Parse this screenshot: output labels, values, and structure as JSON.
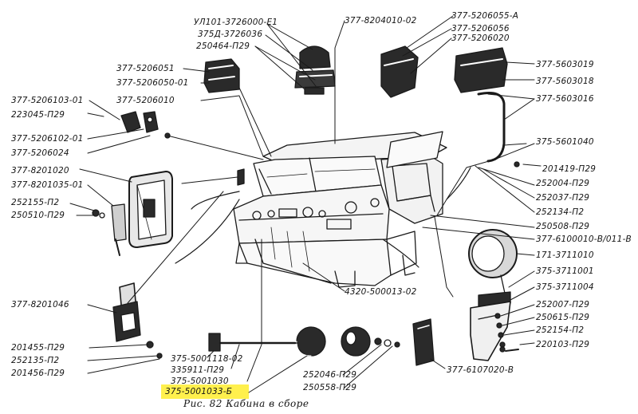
{
  "caption": "Рис. 82  Кабина в сборе",
  "highlight_color": "#fff04d",
  "labels": [
    {
      "id": "ul101",
      "text": "УЛ101-3726000-Е1"
    },
    {
      "id": "l375d",
      "text": "375Д-3726036"
    },
    {
      "id": "l250464",
      "text": "250464-П29"
    },
    {
      "id": "l5206051",
      "text": "377-5206051"
    },
    {
      "id": "l5206050",
      "text": "377-5206050-01"
    },
    {
      "id": "l5206010",
      "text": "377-5206010"
    },
    {
      "id": "l5206103",
      "text": "377-5206103-01"
    },
    {
      "id": "l223045",
      "text": "223045-П29"
    },
    {
      "id": "l5206102",
      "text": "377-5206102-01"
    },
    {
      "id": "l5206024",
      "text": "377-5206024"
    },
    {
      "id": "l8201020",
      "text": "377-8201020"
    },
    {
      "id": "l8201035",
      "text": "377-8201035-01"
    },
    {
      "id": "l252155",
      "text": "252155-П2"
    },
    {
      "id": "l250510",
      "text": "250510-П29"
    },
    {
      "id": "l8204010",
      "text": "377-8204010-02"
    },
    {
      "id": "l5206055",
      "text": "377-5206055-А"
    },
    {
      "id": "l5206056",
      "text": "377-5206056"
    },
    {
      "id": "l5206020",
      "text": "377-5206020"
    },
    {
      "id": "l5603019",
      "text": "377-5603019"
    },
    {
      "id": "l5603018",
      "text": "377-5603018"
    },
    {
      "id": "l5603016",
      "text": "377-5603016"
    },
    {
      "id": "l5601040",
      "text": "375-5601040"
    },
    {
      "id": "l201419",
      "text": "201419-П29"
    },
    {
      "id": "l252004",
      "text": "252004-П29"
    },
    {
      "id": "l252037",
      "text": "252037-П29"
    },
    {
      "id": "l252134",
      "text": "252134-П2"
    },
    {
      "id": "l250508",
      "text": "250508-П29"
    },
    {
      "id": "l6100010",
      "text": "377-6100010-В/011-В"
    },
    {
      "id": "l3711010",
      "text": "171-3711010"
    },
    {
      "id": "l3711001",
      "text": "375-3711001"
    },
    {
      "id": "l3711004",
      "text": "375-3711004"
    },
    {
      "id": "l252007",
      "text": "252007-П29"
    },
    {
      "id": "l250615",
      "text": "250615-П29"
    },
    {
      "id": "l252154",
      "text": "252154-П2"
    },
    {
      "id": "l220103",
      "text": "220103-П29"
    },
    {
      "id": "l8201046",
      "text": "377-8201046"
    },
    {
      "id": "l201455",
      "text": "201455-П29"
    },
    {
      "id": "l252135",
      "text": "252135-П2"
    },
    {
      "id": "l201456",
      "text": "201456-П29"
    },
    {
      "id": "l4320",
      "text": "4320-500013-02"
    },
    {
      "id": "l5001118",
      "text": "375-5001118-02"
    },
    {
      "id": "l335911",
      "text": "335911-П29"
    },
    {
      "id": "l5001030",
      "text": "375-5001030"
    },
    {
      "id": "l5001033",
      "text": "375-5001033-Б"
    },
    {
      "id": "l252046",
      "text": "252046-П29"
    },
    {
      "id": "l250558",
      "text": "250558-П29"
    },
    {
      "id": "l6107020",
      "text": "377-6107020-В"
    }
  ]
}
